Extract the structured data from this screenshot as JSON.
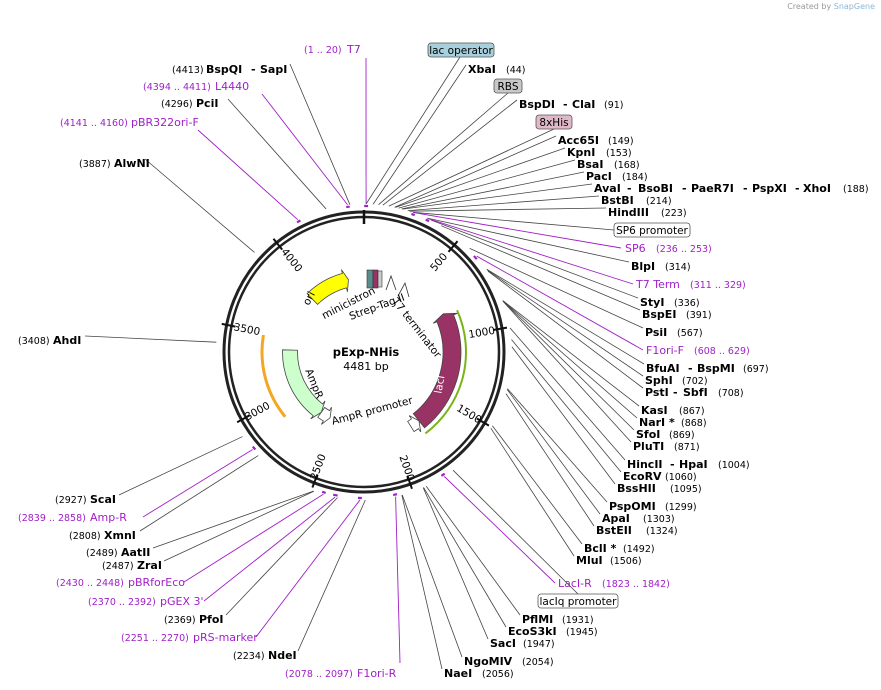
{
  "credit": {
    "prefix": "Created by",
    "brand": "SnapGene"
  },
  "plasmid": {
    "name": "pExp-NHis",
    "length_label": "4481 bp",
    "length": 4481
  },
  "ticks": [
    "500",
    "1000",
    "1500",
    "2000",
    "2500",
    "3000",
    "3500",
    "4000"
  ],
  "features": {
    "ori": "ori",
    "ampr": "AmpR",
    "ampr_promoter": "AmpR promoter",
    "laci": "lacI",
    "minicistron": "minicistron",
    "strep_tag": "Strep-Tag II",
    "t7_terminator": "T7 terminator"
  },
  "boxes": {
    "lac_operator": "lac operator",
    "rbs": "RBS",
    "his": "8xHis",
    "sp6_promoter": "SP6 promoter",
    "laciq_promoter": "lacIq promoter"
  },
  "colors": {
    "lac_operator_fill": "#a8d0dc",
    "rbs_fill": "#c8c8c8",
    "his_fill": "#e0b8c8",
    "sp6_fill": "#ffffff",
    "laciq_fill": "#ffffff",
    "ori": "#ffff00",
    "ampr": "#ccffcc",
    "laci": "#993366",
    "primer": "#a020c8",
    "backbone": "#000000"
  },
  "sites": {
    "bspqi": {
      "pos": "(4413)",
      "name": "BspQI",
      "name2": "SapI"
    },
    "pcii": {
      "pos": "(4296)",
      "name": "PciI"
    },
    "alwni": {
      "pos": "(3887)",
      "name": "AlwNI"
    },
    "ahdi": {
      "pos": "(3408)",
      "name": "AhdI"
    },
    "scai": {
      "pos": "(2927)",
      "name": "ScaI"
    },
    "xmni": {
      "pos": "(2808)",
      "name": "XmnI"
    },
    "aatii": {
      "pos": "(2489)",
      "name": "AatII"
    },
    "zrai": {
      "pos": "(2487)",
      "name": "ZraI"
    },
    "pfoi": {
      "pos": "(2369)",
      "name": "PfoI"
    },
    "ndei": {
      "pos": "(2234)",
      "name": "NdeI"
    },
    "xbai": {
      "name": "XbaI",
      "pos": "(44)"
    },
    "bspdi": {
      "name": "BspDI",
      "name2": "ClaI",
      "pos": "(91)"
    },
    "acc65i": {
      "name": "Acc65I",
      "pos": "(149)"
    },
    "kpni": {
      "name": "KpnI",
      "pos": "(153)"
    },
    "bsai": {
      "name": "BsaI",
      "pos": "(168)"
    },
    "paci": {
      "name": "PacI",
      "pos": "(184)"
    },
    "avai": {
      "name": "AvaI",
      "name2": "BsoBI",
      "name3": "PaeR7I",
      "name4": "PspXI",
      "name5": "XhoI",
      "pos": "(188)"
    },
    "bstbi": {
      "name": "BstBI",
      "pos": "(214)"
    },
    "hindiii": {
      "name": "HindIII",
      "pos": "(223)"
    },
    "blpi": {
      "name": "BlpI",
      "pos": "(314)"
    },
    "styi": {
      "name": "StyI",
      "pos": "(336)"
    },
    "bspei": {
      "name": "BspEI",
      "pos": "(391)"
    },
    "psii": {
      "name": "PsiI",
      "pos": "(567)"
    },
    "bfuai": {
      "name": "BfuAI",
      "name2": "BspMI",
      "pos": "(697)"
    },
    "sphi": {
      "name": "SphI",
      "pos": "(702)"
    },
    "psti": {
      "name": "PstI",
      "name2": "SbfI",
      "pos": "(708)"
    },
    "kasi": {
      "name": "KasI",
      "pos": "(867)"
    },
    "nari": {
      "name": "NarI *",
      "pos": "(868)"
    },
    "sfoi": {
      "name": "SfoI",
      "pos": "(869)"
    },
    "plui": {
      "name": "PluTI",
      "pos": "(871)"
    },
    "hincii": {
      "name": "HincII",
      "name2": "HpaI",
      "pos": "(1004)"
    },
    "ecorv": {
      "name": "EcoRV",
      "pos": "(1060)"
    },
    "bsshii": {
      "name": "BssHII",
      "pos": "(1095)"
    },
    "pspomi": {
      "name": "PspOMI",
      "pos": "(1299)"
    },
    "apai": {
      "name": "ApaI",
      "pos": "(1303)"
    },
    "bsteii": {
      "name": "BstEII",
      "pos": "(1324)"
    },
    "bcli": {
      "name": "BclI *",
      "pos": "(1492)"
    },
    "mlui": {
      "name": "MluI",
      "pos": "(1506)"
    },
    "pflmi": {
      "name": "PflMI",
      "pos": "(1931)"
    },
    "ecos3ki": {
      "name": "EcoS3kI",
      "pos": "(1945)"
    },
    "saci": {
      "name": "SacI",
      "pos": "(1947)"
    },
    "ngomiv": {
      "name": "NgoMIV",
      "pos": "(2054)"
    },
    "naei": {
      "name": "NaeI",
      "pos": "(2056)"
    }
  },
  "primers": {
    "t7": {
      "pos": "(1 .. 20)",
      "name": "T7"
    },
    "l4440": {
      "pos": "(4394 .. 4411)",
      "name": "L4440"
    },
    "pbr322": {
      "pos": "(4141 .. 4160)",
      "name": "pBR322ori-F"
    },
    "sp6": {
      "name": "SP6",
      "pos": "(236 .. 253)"
    },
    "t7term": {
      "name": "T7 Term",
      "pos": "(311 .. 329)"
    },
    "f1orif": {
      "name": "F1ori-F",
      "pos": "(608 .. 629)"
    },
    "lacir": {
      "name": "LacI-R",
      "pos": "(1823 .. 1842)"
    },
    "ampr": {
      "pos": "(2839 .. 2858)",
      "name": "Amp-R"
    },
    "pbrforeco": {
      "pos": "(2430 .. 2448)",
      "name": "pBRforEco"
    },
    "pgex3": {
      "pos": "(2370 .. 2392)",
      "name": "pGEX 3'"
    },
    "prs": {
      "pos": "(2251 .. 2270)",
      "name": "pRS-marker"
    },
    "f1orir": {
      "pos": "(2078 .. 2097)",
      "name": "F1ori-R"
    }
  }
}
